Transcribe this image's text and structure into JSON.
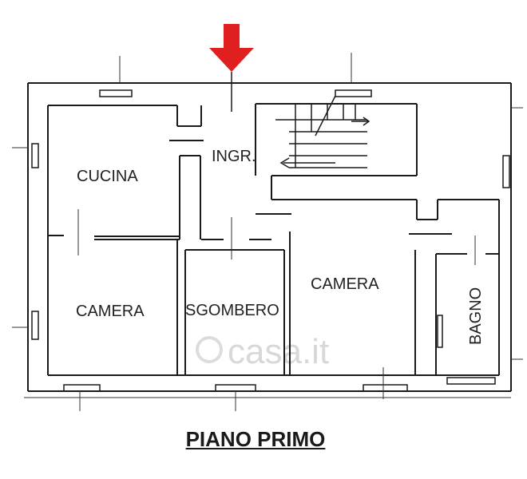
{
  "floor_title": "PIANO PRIMO",
  "rooms": {
    "ingresso": "INGR.",
    "cucina": "CUCINA",
    "camera_1": "CAMERA",
    "sgombero": "SGOMBERO",
    "camera_2": "CAMERA",
    "bagno": "BAGNO"
  },
  "watermark": "casa.it",
  "colors": {
    "entrance_arrow": "#e02020",
    "walls": "#1a1a1a"
  },
  "icons": {
    "entrance": "down-arrow-icon",
    "stairs": "staircase-icon"
  }
}
